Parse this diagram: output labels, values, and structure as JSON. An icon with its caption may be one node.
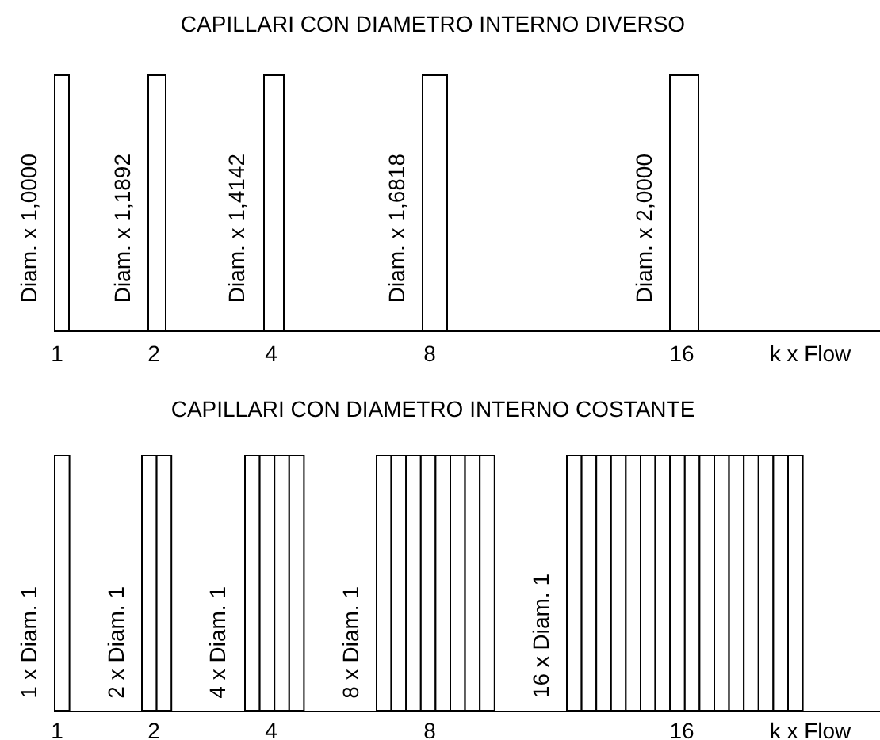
{
  "diagram": {
    "labels": [
      "CAPILLARI CON DIAMETRO INTERNO DIVERSO",
      "Diam. x 1,0000",
      "Diam. x 1,1892",
      "Diam. x 1,4142",
      "Diam. x 1,6818",
      "Diam. x 2,0000",
      "1",
      "2",
      "4",
      "8",
      "16",
      "k x Flow",
      "CAPILLARI CON DIAMETRO INTERNO COSTANTE",
      "1 x Diam. 1",
      "2 x Diam. 1",
      "4 x Diam. 1",
      "8 x Diam. 1",
      "16 x Diam. 1",
      "1",
      "2",
      "4",
      "8",
      "16",
      "k x Flow"
    ]
  }
}
